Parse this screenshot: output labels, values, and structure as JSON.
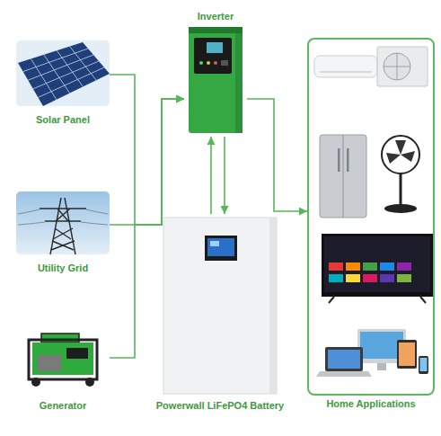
{
  "diagram": {
    "nodes": [
      {
        "text": [
          "Solar Panel"
        ]
      },
      {
        "text": [
          "Utility Grid"
        ]
      },
      {
        "text": [
          "Generator"
        ]
      },
      {
        "text": [
          "Inverter"
        ]
      },
      {
        "text": [
          "Powerwall LiFePO4 Battery"
        ]
      },
      {
        "text": [
          "Home Applications"
        ]
      }
    ],
    "edges": [
      {
        "from": 0,
        "to": 3,
        "arrow": "to"
      },
      {
        "from": 1,
        "to": 3,
        "arrow": "to"
      },
      {
        "from": 2,
        "to": 3,
        "arrow": "to"
      },
      {
        "from": 3,
        "to": 4,
        "arrow": "to"
      },
      {
        "from": 4,
        "to": 3,
        "arrow": "to"
      },
      {
        "from": 3,
        "to": 5,
        "arrow": "to"
      }
    ]
  }
}
